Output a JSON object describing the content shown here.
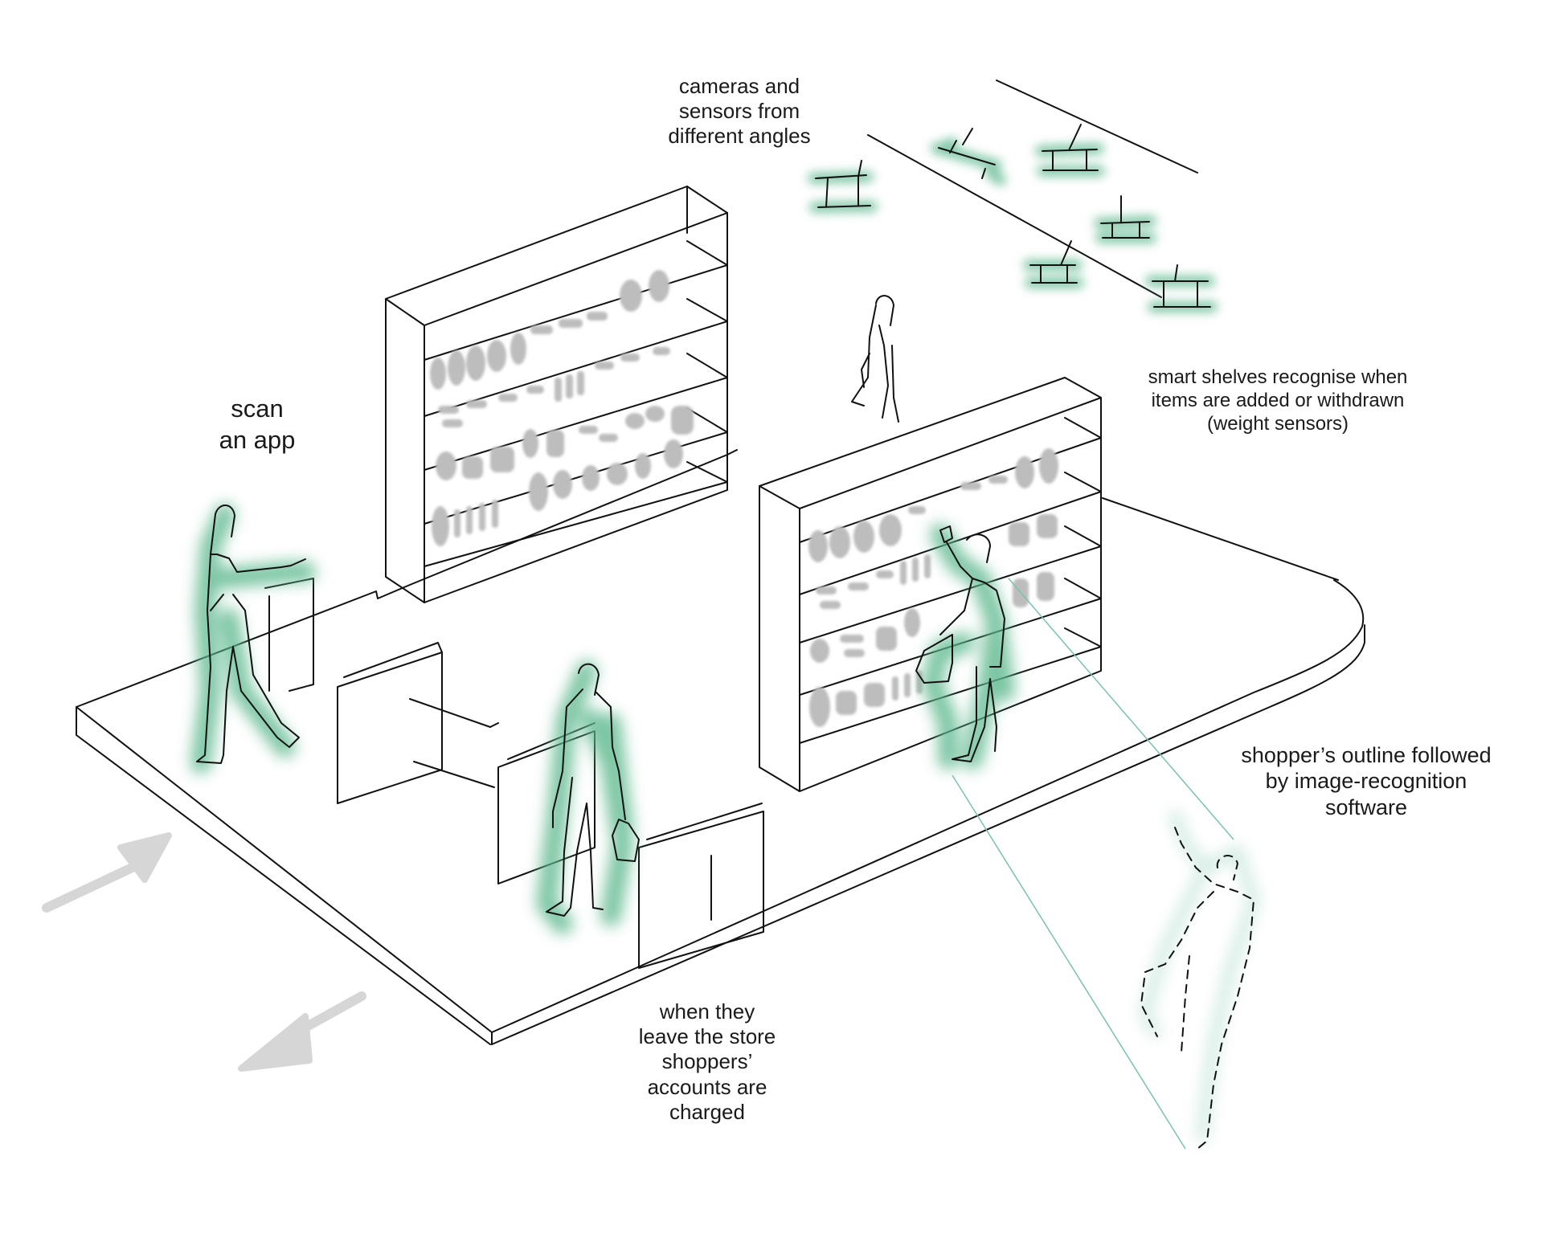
{
  "colors": {
    "glow": "#5cb88c",
    "ink": "#111111",
    "product": "#bdbdbd",
    "arrow": "#d6d6d6",
    "sight_line": "#7ac4a6"
  },
  "icons": [
    "camera-sensor-icon",
    "shopper-figure",
    "entry-arrow",
    "exit-arrow"
  ],
  "labels": {
    "cameras": "cameras and\nsensors from\ndifferent angles",
    "scan": "scan\nan app",
    "smart_shelves": "smart shelves recognise when\nitems are added or withdrawn\n(weight sensors)",
    "outline": "shopper’s outline followed\nby image-recognition\nsoftware",
    "leave": "when they\nleave the store\nshoppers’\naccounts are\ncharged"
  }
}
